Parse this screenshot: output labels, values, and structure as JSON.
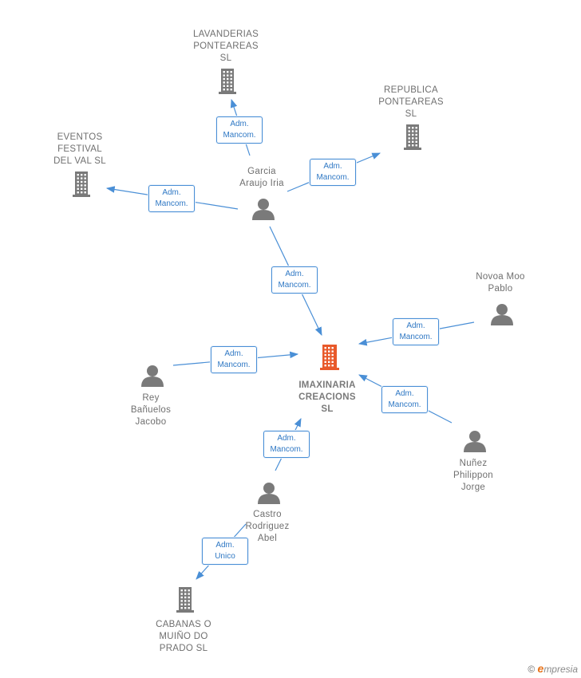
{
  "nodes": {
    "center": {
      "lines": [
        "IMAXINARIA",
        "CREACIONS",
        "SL"
      ],
      "type": "company-main"
    },
    "lavanderias": {
      "lines": [
        "LAVANDERIAS",
        "PONTEAREAS",
        "SL"
      ],
      "type": "company"
    },
    "republica": {
      "lines": [
        "REPUBLICA",
        "PONTEAREAS",
        "SL"
      ],
      "type": "company"
    },
    "eventos": {
      "lines": [
        "EVENTOS",
        "FESTIVAL",
        "DEL VAL  SL"
      ],
      "type": "company"
    },
    "cabanas": {
      "lines": [
        "CABANAS O",
        "MUIÑO DO",
        "PRADO  SL"
      ],
      "type": "company"
    },
    "garcia": {
      "lines": [
        "Garcia",
        "Araujo Iria"
      ],
      "type": "person"
    },
    "novoa": {
      "lines": [
        "Novoa Moo",
        "Pablo"
      ],
      "type": "person"
    },
    "rey": {
      "lines": [
        "Rey",
        "Bañuelos",
        "Jacobo"
      ],
      "type": "person"
    },
    "nunez": {
      "lines": [
        "Nuñez",
        "Philippon",
        "Jorge"
      ],
      "type": "person"
    },
    "castro": {
      "lines": [
        "Castro",
        "Rodriguez",
        "Abel"
      ],
      "type": "person"
    }
  },
  "edges": [
    {
      "from": "garcia",
      "to": "lavanderias",
      "lines": [
        "Adm.",
        "Mancom."
      ]
    },
    {
      "from": "garcia",
      "to": "republica",
      "lines": [
        "Adm.",
        "Mancom."
      ]
    },
    {
      "from": "garcia",
      "to": "eventos",
      "lines": [
        "Adm.",
        "Mancom."
      ]
    },
    {
      "from": "garcia",
      "to": "center",
      "lines": [
        "Adm.",
        "Mancom."
      ]
    },
    {
      "from": "novoa",
      "to": "center",
      "lines": [
        "Adm.",
        "Mancom."
      ]
    },
    {
      "from": "rey",
      "to": "center",
      "lines": [
        "Adm.",
        "Mancom."
      ]
    },
    {
      "from": "nunez",
      "to": "center",
      "lines": [
        "Adm.",
        "Mancom."
      ]
    },
    {
      "from": "castro",
      "to": "center",
      "lines": [
        "Adm.",
        "Mancom."
      ]
    },
    {
      "from": "castro",
      "to": "cabanas",
      "lines": [
        "Adm.",
        "Unico"
      ]
    }
  ],
  "colors": {
    "edge": "#4a8fd6",
    "company_icon": "#7a7a7a",
    "company_main_icon": "#e8592a",
    "person_icon": "#7a7a7a"
  },
  "footer": {
    "copyright": "©",
    "brand_first": "e",
    "brand_rest": "mpresia"
  }
}
